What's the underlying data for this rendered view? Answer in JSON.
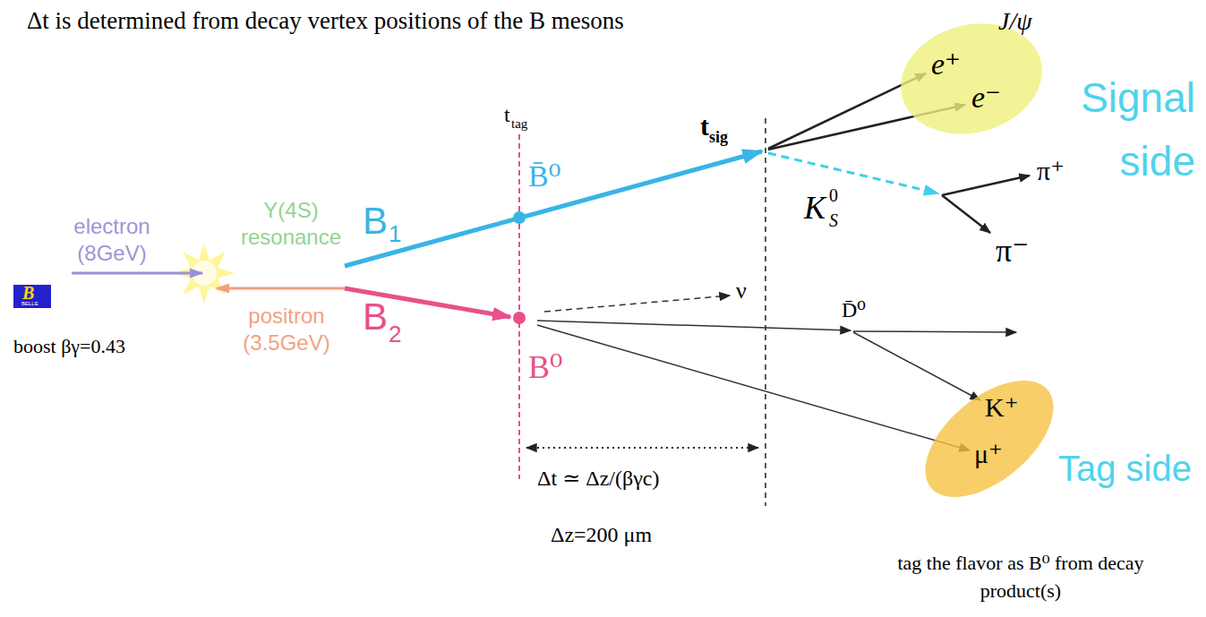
{
  "diagram": {
    "title": "Δt is determined from decay vertex positions of the B mesons",
    "nodes": [
      {
        "text": [
          "J/ψ",
          "e⁺",
          "e⁻"
        ]
      },
      {
        "text": [
          "K⁺",
          "μ⁺"
        ]
      }
    ],
    "labels": [
      "electron (8GeV)",
      "B",
      "BELLE",
      "boost βγ=0.43",
      "Y(4S) resonance",
      "positron (3.5GeV)",
      "t",
      "tag",
      "B̄⁰",
      "B",
      "1",
      "B",
      "2",
      "B⁰",
      "t",
      "sig",
      "K",
      "0",
      "S",
      "π⁺",
      "π⁻",
      "Signal side",
      "ν",
      "D̄⁰",
      "Tag side",
      "Δt ≃ Δz/(βγc)",
      "Δz=200 μm",
      "tag the flavor as B⁰ from decay product(s)"
    ]
  }
}
